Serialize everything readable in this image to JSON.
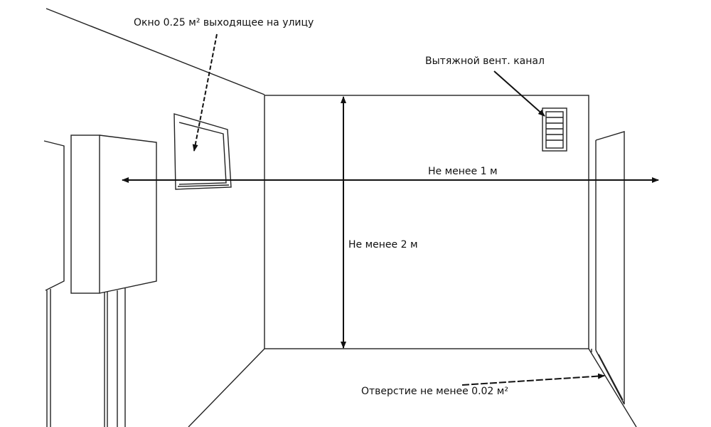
{
  "labels": {
    "window": "Окно 0.25 м² выходящее  на улицу",
    "vent": "Вытяжной вент. канал",
    "min_1m": "Не менее 1 м",
    "min_2m": "Не менее 2 м",
    "opening": "Отверстие не менее 0.02 м²"
  }
}
